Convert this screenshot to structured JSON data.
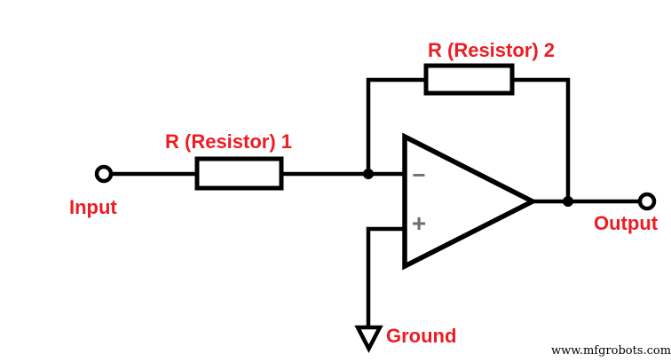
{
  "diagram": {
    "labels": {
      "resistor1": "R (Resistor) 1",
      "resistor2": "R (Resistor) 2",
      "input": "Input",
      "output": "Output",
      "ground": "Ground",
      "opamp_inverting_sign": "−",
      "opamp_noninverting_sign": "+"
    },
    "watermark": "www.mfgrobots.com",
    "colors": {
      "label_red": "#ed1c24",
      "wire_black": "#000000",
      "sign_gray": "#6e6e6e",
      "background": "#ffffff"
    }
  }
}
